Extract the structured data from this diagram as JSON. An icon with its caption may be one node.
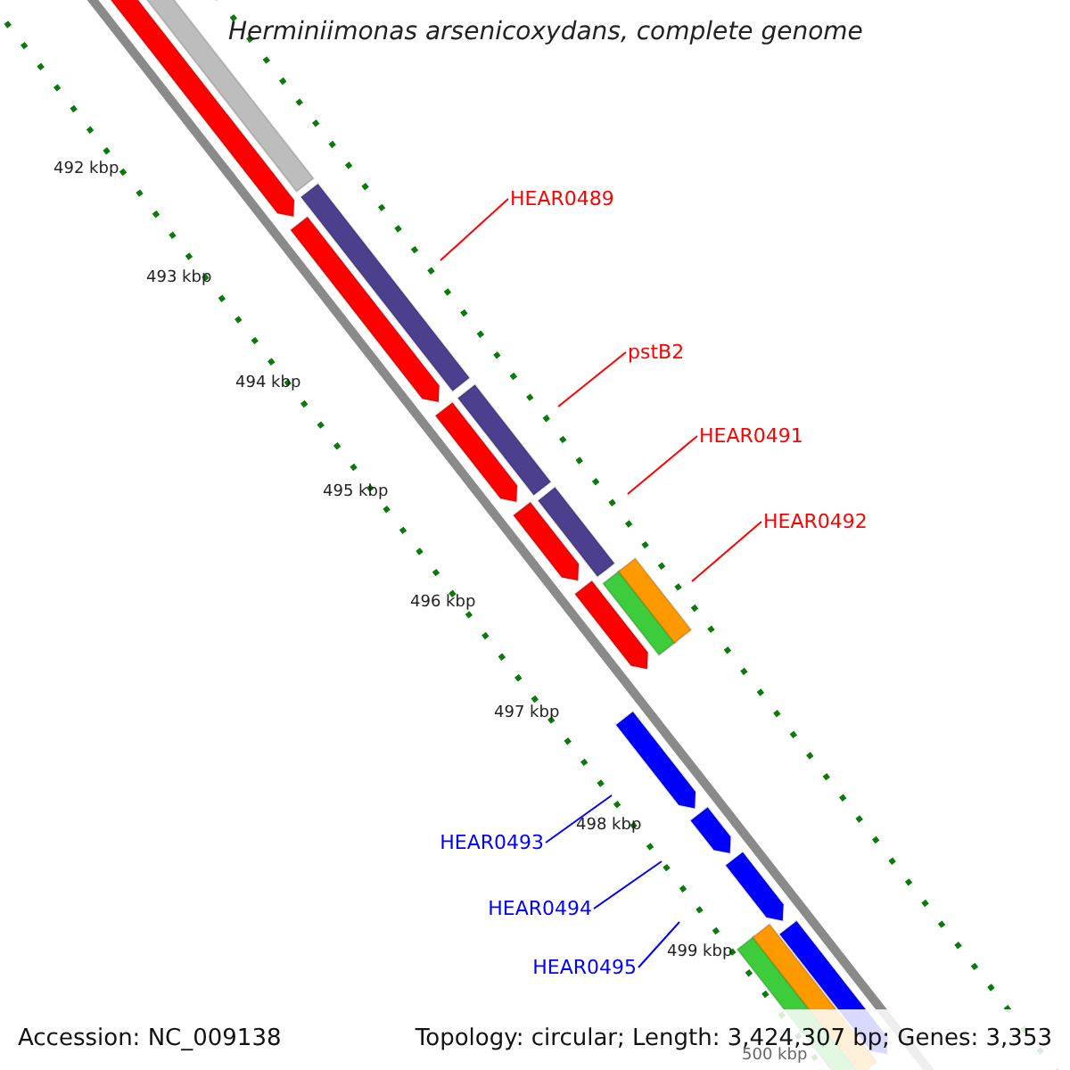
{
  "diagram": {
    "title": "Herminiimonas arsenicoxydans, complete genome",
    "nodes": [
      {
        "text": [
          "HEAR0489"
        ]
      },
      {
        "text": [
          "pstB2"
        ]
      },
      {
        "text": [
          "HEAR0491"
        ]
      },
      {
        "text": [
          "HEAR0492"
        ]
      },
      {
        "text": [
          "HEAR0493"
        ]
      },
      {
        "text": [
          "HEAR0494"
        ]
      },
      {
        "text": [
          "HEAR0495"
        ]
      }
    ],
    "edges": [
      {
        "from": 0,
        "to": null,
        "arrow": "none"
      },
      {
        "from": 1,
        "to": null,
        "arrow": "none"
      },
      {
        "from": 2,
        "to": null,
        "arrow": "none"
      },
      {
        "from": 3,
        "to": null,
        "arrow": "none"
      },
      {
        "from": 4,
        "to": null,
        "arrow": "none",
        "color": "#0000ff"
      },
      {
        "from": 5,
        "to": null,
        "arrow": "none",
        "color": "#0000ff"
      },
      {
        "from": 6,
        "to": null,
        "arrow": "none",
        "color": "#0000ff"
      }
    ],
    "labels": [
      "492 kbp",
      "493 kbp",
      "494 kbp",
      "495 kbp",
      "496 kbp",
      "497 kbp",
      "498 kbp",
      "499 kbp",
      "500 kbp",
      "Accession: NC_009138",
      "Topology: circular; Length: 3,424,307 bp; Genes: 3,353"
    ]
  }
}
